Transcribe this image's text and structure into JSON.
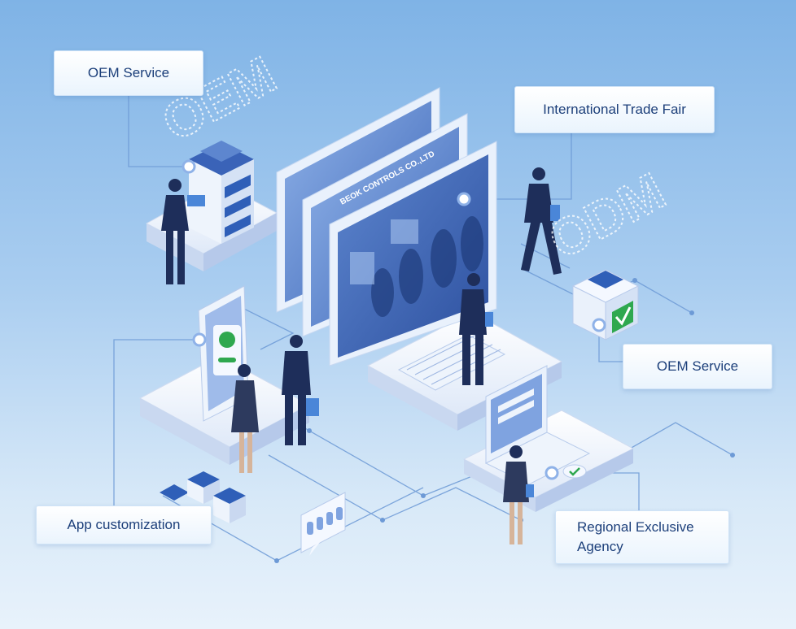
{
  "labels": {
    "oem_top": "OEM Service",
    "trade_fair": "International Trade Fair",
    "oem_right": "OEM Service",
    "app_custom": "App customization",
    "regional_line1": "Regional Exclusive",
    "regional_line2": "Agency"
  },
  "watermarks": {
    "oem": "OEM",
    "odm": "ODM"
  },
  "screen_signs": {
    "beok_controls": "BEOK CONTROLS CO.,LTD"
  },
  "colors": {
    "label_text": "#1c3f7a",
    "accent_blue": "#2f5fb8",
    "dark_navy": "#1e2e5a",
    "check_green": "#2fa84f",
    "line_blue": "#6d9ad6"
  }
}
